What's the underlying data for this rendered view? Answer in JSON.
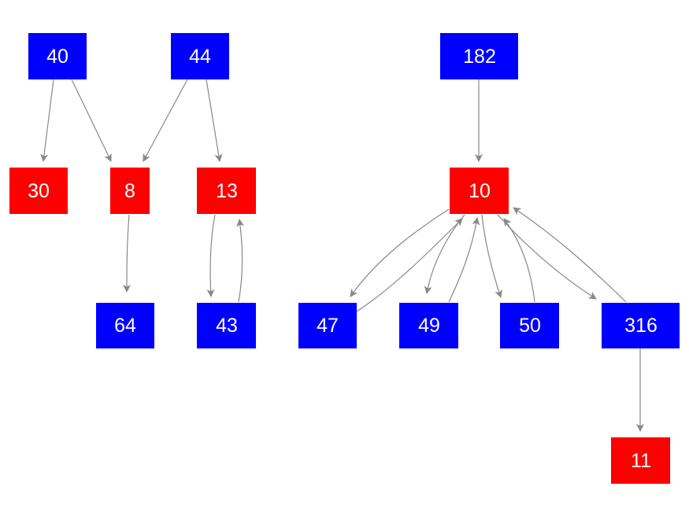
{
  "colors": {
    "blue_node": "#0000ff",
    "red_node": "#ff0000",
    "edge": "#888888",
    "label": "#ffffff",
    "background": "#ffffff"
  },
  "nodes": {
    "n40": {
      "label": "40",
      "color": "blue"
    },
    "n44": {
      "label": "44",
      "color": "blue"
    },
    "n30": {
      "label": "30",
      "color": "red"
    },
    "n8": {
      "label": "8",
      "color": "red"
    },
    "n13": {
      "label": "13",
      "color": "red"
    },
    "n64": {
      "label": "64",
      "color": "blue"
    },
    "n43": {
      "label": "43",
      "color": "blue"
    },
    "n182": {
      "label": "182",
      "color": "blue"
    },
    "n10": {
      "label": "10",
      "color": "red"
    },
    "n47": {
      "label": "47",
      "color": "blue"
    },
    "n49": {
      "label": "49",
      "color": "blue"
    },
    "n50": {
      "label": "50",
      "color": "blue"
    },
    "n316": {
      "label": "316",
      "color": "blue"
    },
    "n11": {
      "label": "11",
      "color": "red"
    }
  },
  "edges": [
    {
      "from": "40",
      "to": "30"
    },
    {
      "from": "40",
      "to": "8"
    },
    {
      "from": "44",
      "to": "8"
    },
    {
      "from": "44",
      "to": "13"
    },
    {
      "from": "8",
      "to": "64"
    },
    {
      "from": "13",
      "to": "43"
    },
    {
      "from": "43",
      "to": "13"
    },
    {
      "from": "182",
      "to": "10"
    },
    {
      "from": "10",
      "to": "47"
    },
    {
      "from": "47",
      "to": "10"
    },
    {
      "from": "10",
      "to": "49"
    },
    {
      "from": "49",
      "to": "10"
    },
    {
      "from": "10",
      "to": "50"
    },
    {
      "from": "50",
      "to": "10"
    },
    {
      "from": "10",
      "to": "316"
    },
    {
      "from": "316",
      "to": "10"
    },
    {
      "from": "316",
      "to": "11"
    }
  ]
}
